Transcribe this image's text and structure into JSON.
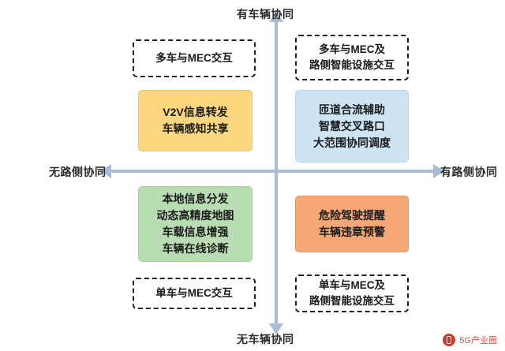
{
  "diagram": {
    "axes": {
      "top_label": "有车辆协同",
      "bottom_label": "无车辆协同",
      "left_label": "无路侧协同",
      "right_label": "有路侧协同"
    },
    "captions": {
      "top_left": [
        "多车与MEC交互"
      ],
      "top_right": [
        "多车与MEC及",
        "路侧智能设施交互"
      ],
      "bottom_left": [
        "单车与MEC交互"
      ],
      "bottom_right": [
        "单车与MEC及",
        "路侧智能设施交互"
      ]
    },
    "quadrants": {
      "top_left": {
        "color": "#fcd77f",
        "lines": [
          "V2V信息转发",
          "车辆感知共享"
        ]
      },
      "top_right": {
        "color": "#cde4f2",
        "lines": [
          "匝道合流辅助",
          "智慧交叉路口",
          "大范围协同调度"
        ]
      },
      "bottom_left": {
        "color": "#b9ddb2",
        "lines": [
          "本地信息分发",
          "动态高精度地图",
          "车载信息增强",
          "车辆在线诊断"
        ]
      },
      "bottom_right": {
        "color": "#f5a876",
        "lines": [
          "危险驾驶提醒",
          "车辆违章预警"
        ]
      }
    },
    "watermark": {
      "text": "5G产业圈",
      "color": "#d1594b"
    }
  }
}
